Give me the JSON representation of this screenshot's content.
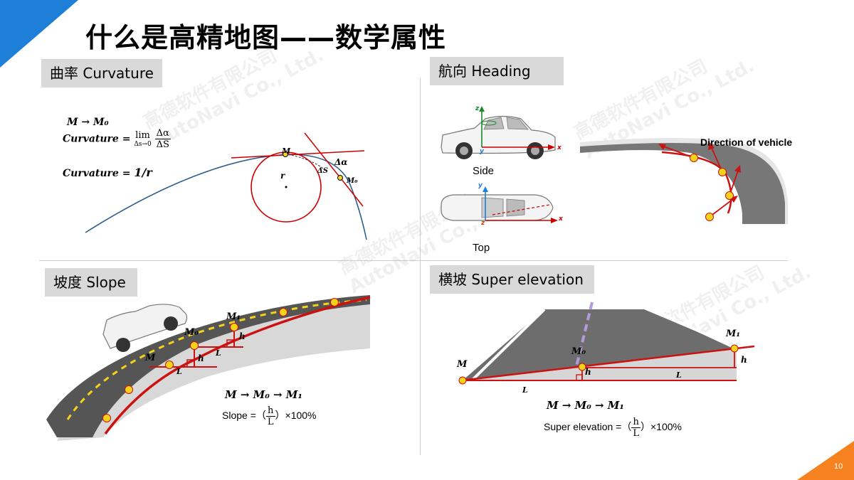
{
  "title": "什么是高精地图——数学属性",
  "page_number": "10",
  "watermark": {
    "line1": "高德软件有限公司",
    "line2": "AutoNavi Co., Ltd."
  },
  "panels": {
    "curvature": {
      "label": "曲率 Curvature",
      "formula1": "M → M₀",
      "formula2_lhs": "Curvature =",
      "formula2_lim": "lim",
      "formula2_sub": "Δs→0",
      "formula2_num": "Δα",
      "formula2_den": "ΔS",
      "formula3_lhs": "Curvature =",
      "formula3_rhs": "1/r",
      "labels": {
        "m": "M",
        "m0": "M₀",
        "r": "r",
        "da": "Δα",
        "ds": "ΔS"
      }
    },
    "heading": {
      "label": "航向 Heading",
      "side": "Side",
      "top": "Top",
      "direction": "Direction of vehicle",
      "axes": {
        "z": "z",
        "x": "x",
        "y": "y"
      }
    },
    "slope": {
      "label": "坡度 Slope",
      "sequence": "M → M₀ → M₁",
      "formula_prefix": "Slope =（",
      "formula_num": "h",
      "formula_den": "L",
      "formula_suffix": "）×100%",
      "labels": {
        "m": "M",
        "m0": "M₀",
        "m1": "M₁",
        "h": "h",
        "l": "L"
      }
    },
    "super": {
      "label": "横坡 Super elevation",
      "sequence": "M → M₀ → M₁",
      "formula_prefix": "Super elevation =（",
      "formula_num": "h",
      "formula_den": "L",
      "formula_suffix": "）×100%",
      "labels": {
        "m": "M",
        "m0": "M₀",
        "m1": "M₁",
        "h": "h",
        "l": "L"
      }
    }
  },
  "colors": {
    "accent_blue": "#1e7fd8",
    "accent_orange": "#f5821f",
    "red": "#cc1111",
    "point": "#f5d31a"
  }
}
